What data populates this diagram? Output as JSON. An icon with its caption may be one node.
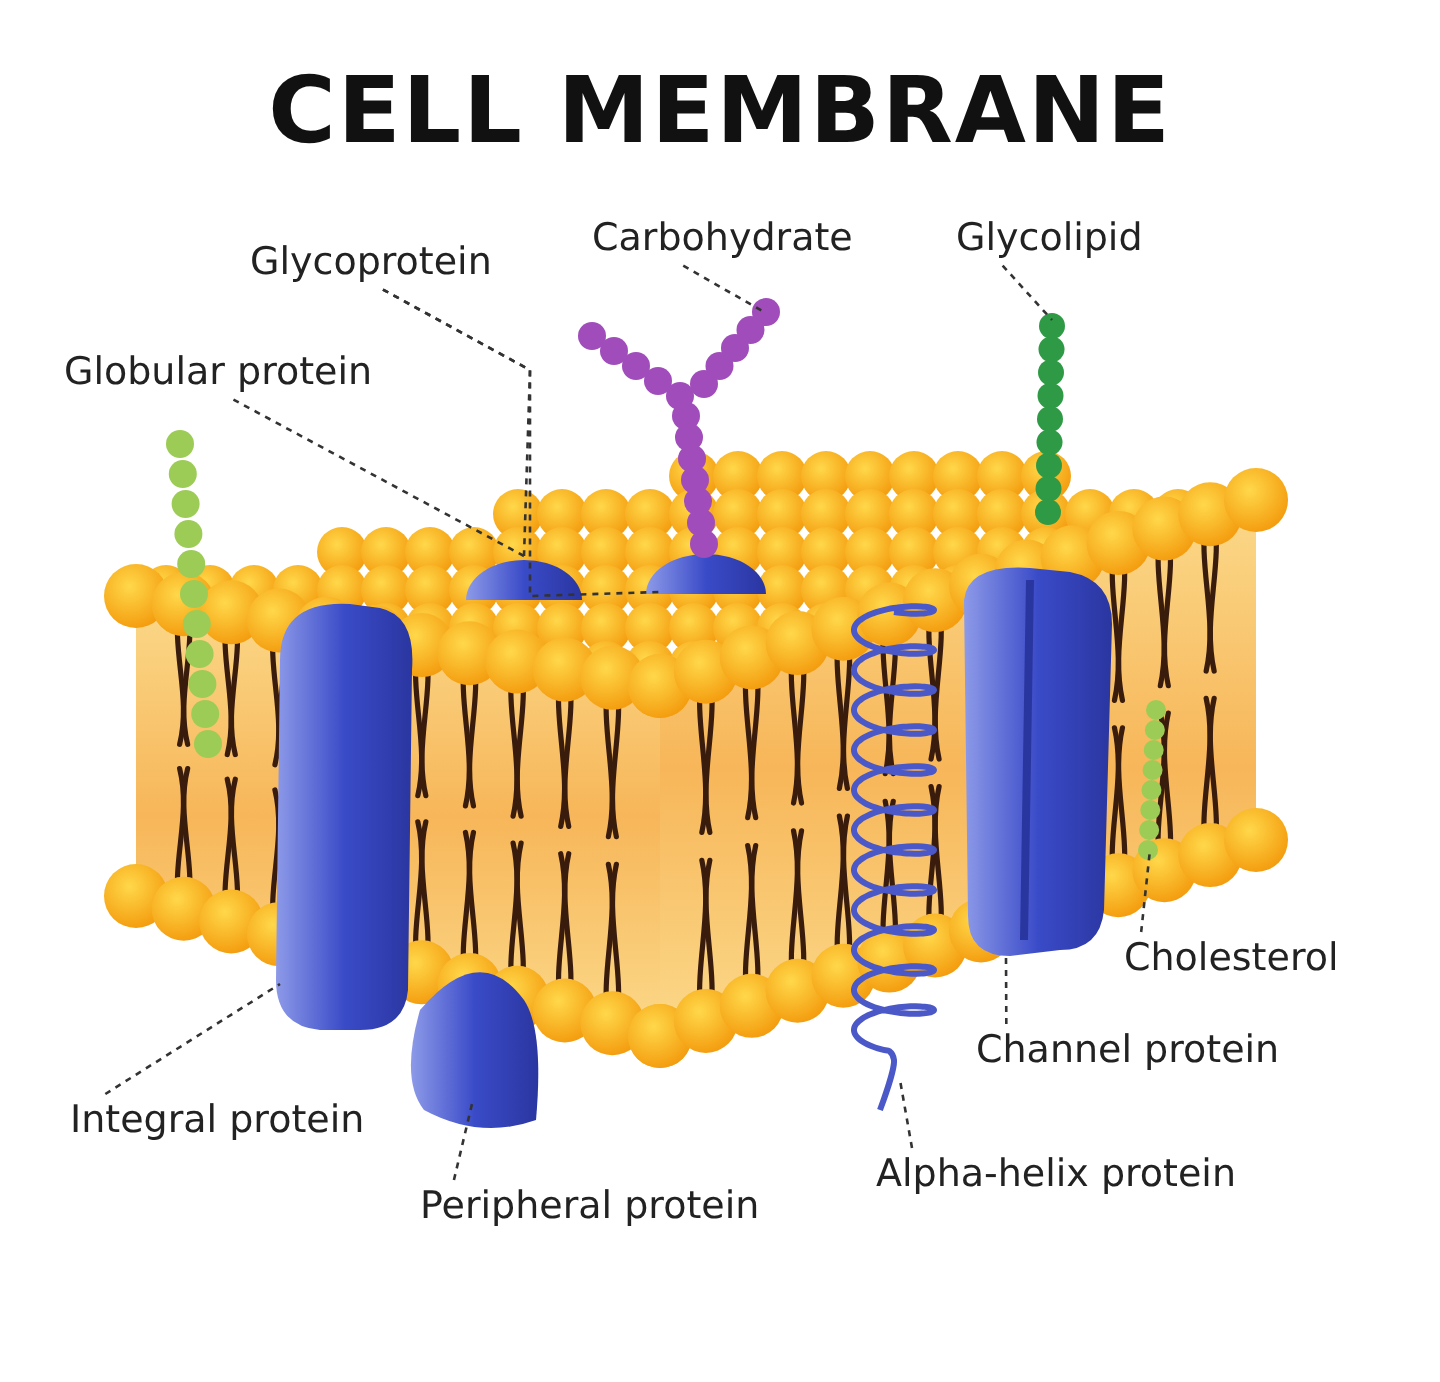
{
  "diagram": {
    "title": "CELL MEMBRANE",
    "nodes": [
      {
        "text": [
          "Glycoprotein"
        ]
      },
      {
        "text": [
          "Carbohydrate"
        ]
      },
      {
        "text": [
          "Glycolipid"
        ]
      },
      {
        "text": [
          "Globular protein"
        ]
      },
      {
        "text": [
          "Cholesterol"
        ]
      },
      {
        "text": [
          "Channel protein"
        ]
      },
      {
        "text": [
          "Integral protein"
        ]
      },
      {
        "text": [
          "Alpha-helix protein"
        ]
      },
      {
        "text": [
          "Peripheral protein"
        ]
      },
      {
        "text": [],
        "shape": "picture"
      },
      {
        "text": [],
        "shape": "picture"
      },
      {
        "text": [],
        "shape": "picture"
      },
      {
        "text": [],
        "shape": "picture"
      },
      {
        "text": [],
        "shape": "picture"
      },
      {
        "text": [],
        "shape": "picture"
      },
      {
        "text": [],
        "shape": "picture"
      },
      {
        "text": [],
        "shape": "picture"
      },
      {
        "text": [],
        "shape": "picture"
      }
    ],
    "edges": [
      {
        "from": 0,
        "to": 9,
        "arrow": "none"
      },
      {
        "from": 0,
        "to": 10,
        "arrow": "none"
      },
      {
        "from": 1,
        "to": 11,
        "arrow": "none"
      },
      {
        "from": 2,
        "to": 12,
        "arrow": "none"
      },
      {
        "from": 3,
        "to": 9,
        "arrow": "none"
      },
      {
        "from": 4,
        "to": 13,
        "arrow": "none"
      },
      {
        "from": 5,
        "to": 15,
        "arrow": "none"
      },
      {
        "from": 6,
        "to": 14,
        "arrow": "none"
      },
      {
        "from": 7,
        "to": 17,
        "arrow": "none"
      },
      {
        "from": 8,
        "to": 16,
        "arrow": "none"
      }
    ]
  }
}
